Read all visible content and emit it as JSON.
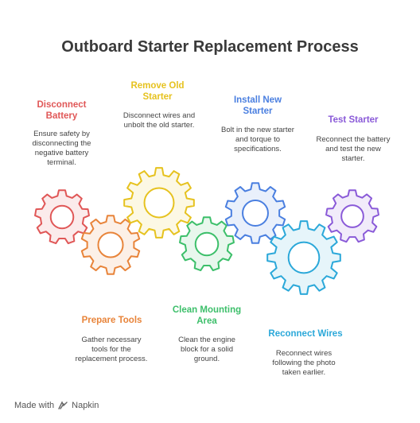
{
  "title": "Outboard Starter Replacement Process",
  "steps": [
    {
      "title": "Disconnect Battery",
      "desc": "Ensure safety by disconnecting the negative battery terminal.",
      "color": "#e05757"
    },
    {
      "title": "Prepare Tools",
      "desc": "Gather necessary tools for the replacement process.",
      "color": "#e8843a"
    },
    {
      "title": "Remove Old Starter",
      "desc": "Disconnect wires and unbolt the old starter.",
      "color": "#e6c21f"
    },
    {
      "title": "Clean Mounting Area",
      "desc": "Clean the engine block for a solid ground.",
      "color": "#3cbf6a"
    },
    {
      "title": "Install New Starter",
      "desc": "Bolt in the new starter and torque to specifications.",
      "color": "#4a7fe0"
    },
    {
      "title": "Reconnect Wires",
      "desc": "Reconnect wires following the photo taken earlier.",
      "color": "#2ba8d9"
    },
    {
      "title": "Test Starter",
      "desc": "Reconnect the battery and test the new starter.",
      "color": "#8a5ad8"
    }
  ],
  "footer": {
    "made_with": "Made with",
    "brand": "Napkin"
  }
}
